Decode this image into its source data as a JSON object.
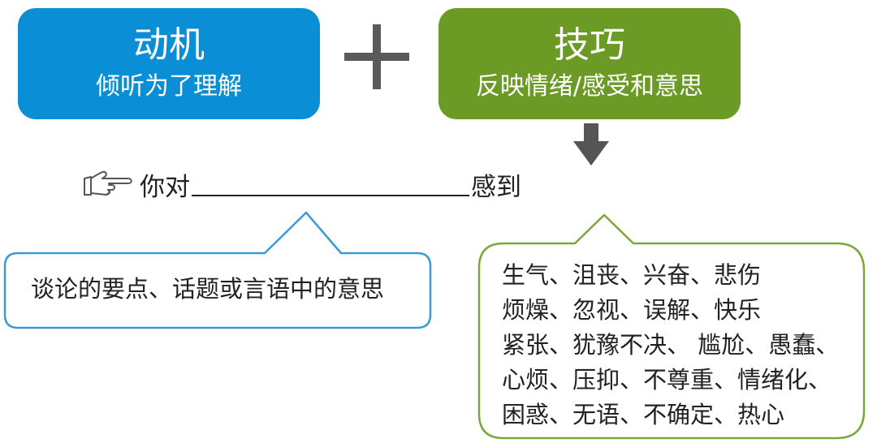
{
  "motive": {
    "title": "动机",
    "subtitle": "倾听为了理解",
    "color": "#0a8fd6"
  },
  "skill": {
    "title": "技巧",
    "subtitle": "反映情绪/感受和意思",
    "color": "#6b9a25"
  },
  "operator": {
    "icon": "plus-icon"
  },
  "flow": {
    "icon": "arrow-down-icon"
  },
  "sentence": {
    "icon": "pointing-hand-icon",
    "prefix": "你对",
    "suffix": "感到"
  },
  "callout_left": {
    "text": "谈论的要点、话题或言语中的意思",
    "border_color": "#3a9ad9"
  },
  "callout_right": {
    "border_color": "#7aa83a",
    "lines": [
      "生气、沮丧、兴奋、悲伤",
      "烦燥、忽视、误解、快乐",
      "紧张、犹豫不决、 尴尬、愚蠢、",
      "心烦、压抑、不尊重、情绪化、",
      "困惑、无语、不确定、热心"
    ]
  }
}
